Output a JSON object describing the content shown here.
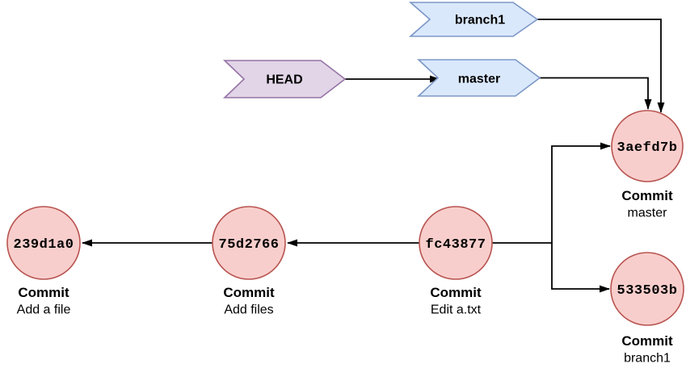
{
  "diagram": {
    "kind": "git-commit-graph",
    "background": "#ffffff",
    "colors": {
      "branch_banner_fill": "#dae8fc",
      "branch_banner_border": "#7c97c6",
      "head_banner_fill": "#e1d5e7",
      "head_banner_border": "#9673a6",
      "commit_fill": "#f8cecc",
      "commit_border": "#b85450",
      "edge": "#000000"
    },
    "refs": [
      {
        "label": "HEAD",
        "type": "head-pointer"
      },
      {
        "label": "master",
        "type": "branch"
      },
      {
        "label": "branch1",
        "type": "branch"
      }
    ],
    "commits": [
      {
        "hash": "239d1a0",
        "title": "Commit",
        "subtitle": "Add a file"
      },
      {
        "hash": "75d2766",
        "title": "Commit",
        "subtitle": "Add files"
      },
      {
        "hash": "fc43877",
        "title": "Commit",
        "subtitle": "Edit a.txt"
      },
      {
        "hash": "3aefd7b",
        "title": "Commit",
        "subtitle": "master"
      },
      {
        "hash": "533503b",
        "title": "Commit",
        "subtitle": "branch1"
      }
    ],
    "edges": [
      {
        "from": "HEAD",
        "to": "master"
      },
      {
        "from": "master",
        "to": "3aefd7b"
      },
      {
        "from": "branch1",
        "to": "3aefd7b"
      },
      {
        "from": "fc43877",
        "to": "3aefd7b"
      },
      {
        "from": "fc43877",
        "to": "533503b"
      },
      {
        "from": "fc43877",
        "to": "75d2766"
      },
      {
        "from": "75d2766",
        "to": "239d1a0"
      }
    ]
  }
}
